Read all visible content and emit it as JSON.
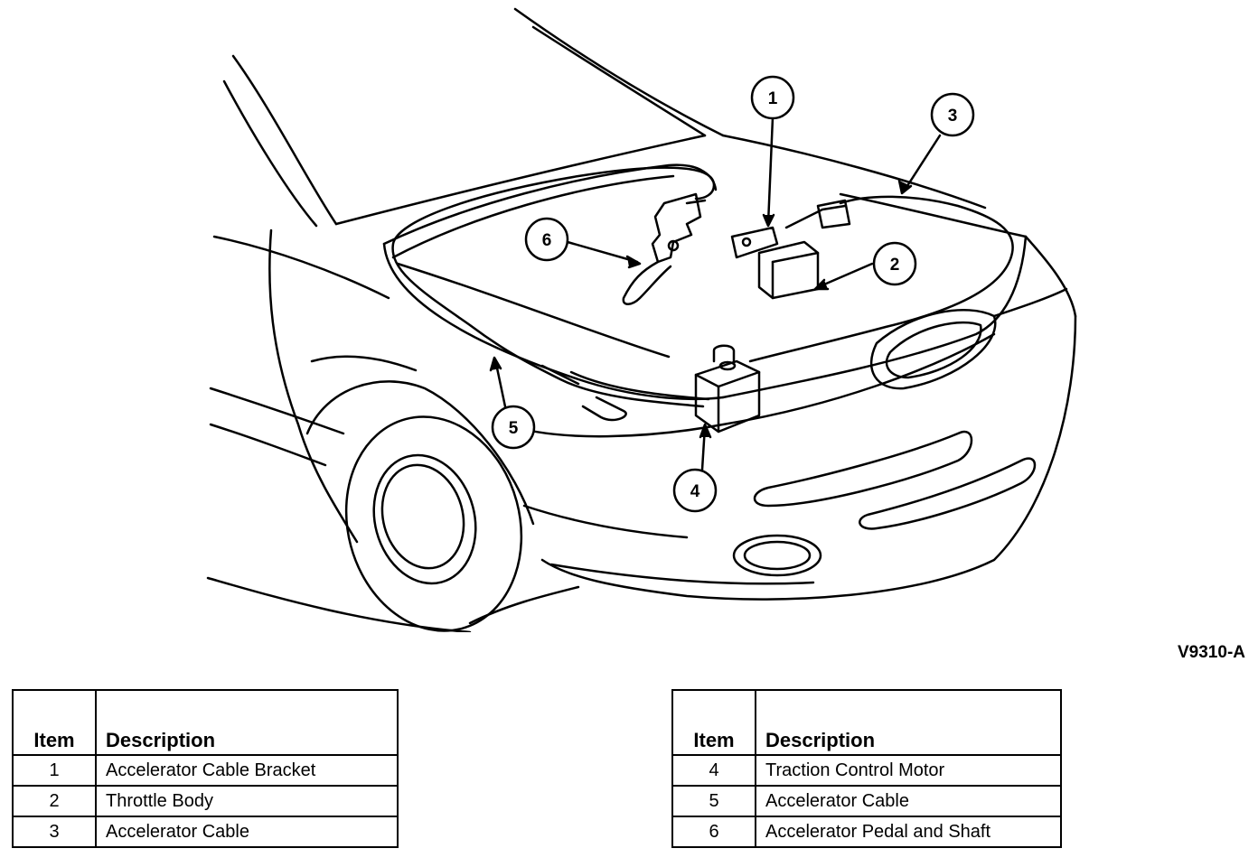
{
  "figure_id": "V9310-A",
  "callouts": [
    "1",
    "2",
    "3",
    "4",
    "5",
    "6"
  ],
  "tables": {
    "left": {
      "headers": {
        "item": "Item",
        "description": "Description"
      },
      "rows": [
        {
          "item": "1",
          "description": "Accelerator Cable Bracket"
        },
        {
          "item": "2",
          "description": "Throttle Body"
        },
        {
          "item": "3",
          "description": "Accelerator Cable"
        }
      ]
    },
    "right": {
      "headers": {
        "item": "Item",
        "description": "Description"
      },
      "rows": [
        {
          "item": "4",
          "description": "Traction Control Motor"
        },
        {
          "item": "5",
          "description": "Accelerator Cable"
        },
        {
          "item": "6",
          "description": "Accelerator Pedal and Shaft"
        }
      ]
    }
  }
}
